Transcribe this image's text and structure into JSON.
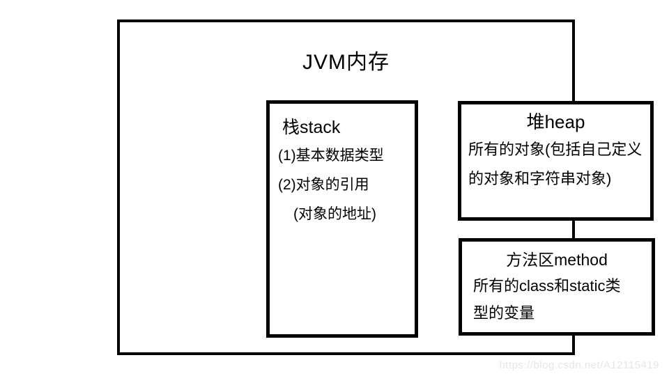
{
  "colors": {
    "background": "#ffffff",
    "line": "#000000",
    "text": "#000000",
    "watermark": "#e6e6ea"
  },
  "diagram": {
    "title": "JVM内存",
    "stack": {
      "title": "栈stack",
      "lines": [
        "(1)基本数据类型",
        "(2)对象的引用",
        "(对象的地址)"
      ]
    },
    "heap": {
      "title": "堆heap",
      "lines": [
        "所有的对象(包括自己定义",
        "的对象和字符串对象)"
      ]
    },
    "method": {
      "title": "方法区method",
      "lines": [
        "所有的class和static类",
        "型的变量"
      ]
    }
  },
  "watermark": "https://blog.csdn.net/A12115419"
}
